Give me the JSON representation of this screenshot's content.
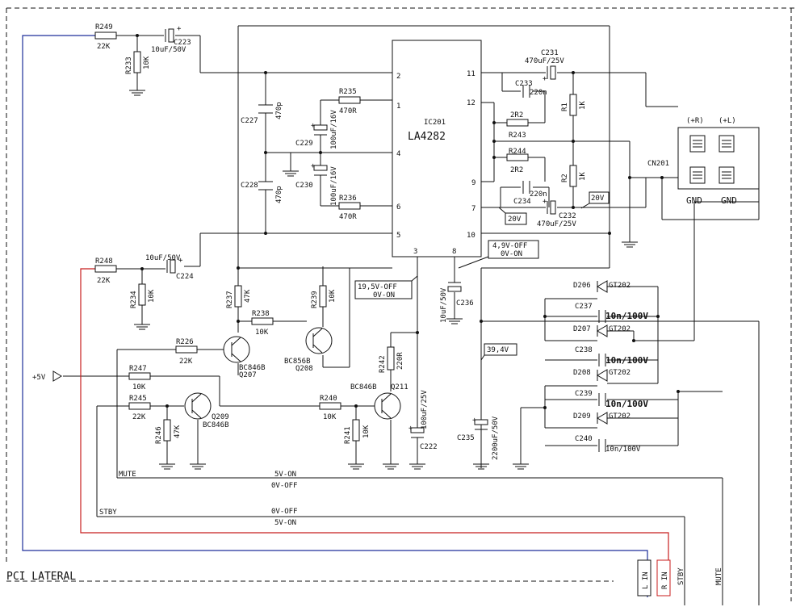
{
  "ic": {
    "ref": "IC201",
    "name": "LA4282",
    "pins": [
      "2",
      "1",
      "4",
      "6",
      "5",
      "11",
      "12",
      "9",
      "7",
      "10",
      "3",
      "8"
    ]
  },
  "resistors": [
    {
      "id": "r249",
      "ref": "R249",
      "value": "22K"
    },
    {
      "id": "r233",
      "ref": "R233",
      "value": "10K"
    },
    {
      "id": "r235",
      "ref": "R235",
      "value": "470R"
    },
    {
      "id": "r236",
      "ref": "R236",
      "value": "470R"
    },
    {
      "id": "r248",
      "ref": "R248",
      "value": "22K"
    },
    {
      "id": "r234",
      "ref": "R234",
      "value": "10K"
    },
    {
      "id": "r237",
      "ref": "R237",
      "value": "47K"
    },
    {
      "id": "r238",
      "ref": "R238",
      "value": "10K"
    },
    {
      "id": "r239",
      "ref": "R239",
      "value": "10K"
    },
    {
      "id": "r226",
      "ref": "R226",
      "value": "22K"
    },
    {
      "id": "r247",
      "ref": "R247",
      "value": "10K"
    },
    {
      "id": "r245",
      "ref": "R245",
      "value": "22K"
    },
    {
      "id": "r246",
      "ref": "R246",
      "value": "47K"
    },
    {
      "id": "r240",
      "ref": "R240",
      "value": "10K"
    },
    {
      "id": "r241",
      "ref": "R241",
      "value": "10K"
    },
    {
      "id": "r242",
      "ref": "R242",
      "value": "220R"
    },
    {
      "id": "r1",
      "ref": "R1",
      "value": "1K"
    },
    {
      "id": "r2",
      "ref": "R2",
      "value": "1K"
    },
    {
      "id": "r243",
      "ref": "R243",
      "value": "2R2"
    },
    {
      "id": "r244",
      "ref": "R244",
      "value": "2R2"
    }
  ],
  "capacitors": [
    {
      "id": "c223",
      "ref": "C223",
      "value": "10uF/50V"
    },
    {
      "id": "c227",
      "ref": "C227",
      "value": "470p"
    },
    {
      "id": "c228",
      "ref": "C228",
      "value": "470p"
    },
    {
      "id": "c229",
      "ref": "C229",
      "value": "100uF/16V"
    },
    {
      "id": "c230",
      "ref": "C230",
      "value": "100uF/16V"
    },
    {
      "id": "c224",
      "ref": "C224",
      "value": "10uF/50V"
    },
    {
      "id": "c231",
      "ref": "C231",
      "value": "470uF/25V"
    },
    {
      "id": "c233",
      "ref": "C233",
      "value": "220n"
    },
    {
      "id": "c234",
      "ref": "C234",
      "value": "220n"
    },
    {
      "id": "c232",
      "ref": "C232",
      "value": "470uF/25V"
    },
    {
      "id": "c236",
      "ref": "C236",
      "value": "10uF/50V"
    },
    {
      "id": "c222",
      "ref": "C222",
      "value": "100uF/25V"
    },
    {
      "id": "c235",
      "ref": "C235",
      "value": "2200uF/50V"
    },
    {
      "id": "c237",
      "ref": "C237",
      "value": "10n/100V"
    },
    {
      "id": "c238",
      "ref": "C238",
      "value": "10n/100V"
    },
    {
      "id": "c239",
      "ref": "C239",
      "value": "10n/100V"
    },
    {
      "id": "c240",
      "ref": "C240",
      "value": "10n/100V"
    }
  ],
  "transistors": [
    {
      "id": "q207",
      "ref": "Q207",
      "type": "BC846B"
    },
    {
      "id": "q208",
      "ref": "Q208",
      "type": "BC856B"
    },
    {
      "id": "q209",
      "ref": "Q209",
      "type": "BC846B"
    },
    {
      "id": "q211",
      "ref": "Q211",
      "type": "BC846B"
    }
  ],
  "diodes": [
    {
      "id": "d206",
      "ref": "D206",
      "type": "GT202"
    },
    {
      "id": "d207",
      "ref": "D207",
      "type": "GT202"
    },
    {
      "id": "d208",
      "ref": "D208",
      "type": "GT202"
    },
    {
      "id": "d209",
      "ref": "D209",
      "type": "GT202"
    }
  ],
  "connector": {
    "ref": "CN201",
    "pos_r": "(+R)",
    "pos_l": "(+L)",
    "gnd_left": "GND",
    "gnd_right": "GND"
  },
  "annotations": {
    "v_pin8": "4,9V-OFF",
    "v_pin8_on": "0V-ON",
    "v_pin3": "19,5V-OFF",
    "v_pin3_on": "0V-ON",
    "v_20v_a": "20V",
    "v_20v_b": "20V",
    "v_supply": "39,4V",
    "plus5v": "+5V"
  },
  "signals": {
    "mute": "MUTE",
    "mute_on": "5V-ON",
    "mute_off": "0V-OFF",
    "stby": "STBY",
    "stby_off": "0V-OFF",
    "stby_on": "5V-ON",
    "pci_lateral": "PCI LATERAL",
    "l_in": "L IN",
    "r_in": "R IN",
    "stby_vertical": "STBY",
    "mute_vertical": "MUTE"
  },
  "colors": {
    "line": "#111111",
    "l_in_wire": "#1d2f9a",
    "r_in_wire": "#c81e1e"
  }
}
